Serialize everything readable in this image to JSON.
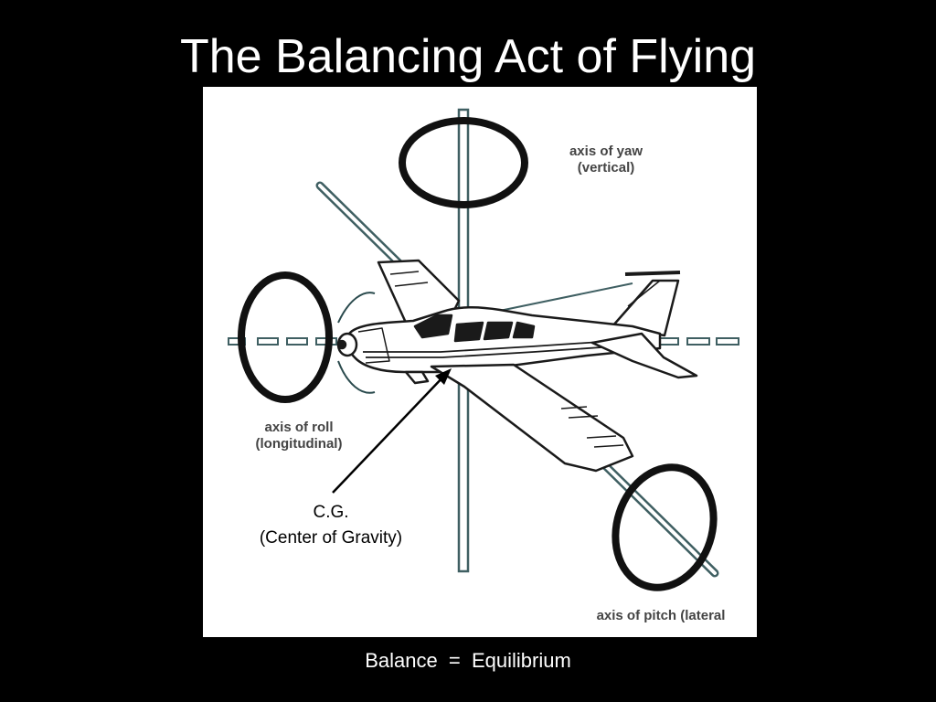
{
  "slide": {
    "title": "The Balancing Act of Flying",
    "caption": "Balance  =  Equilibrium"
  },
  "diagram": {
    "yaw_label_line1": "axis of yaw",
    "yaw_label_line2": "(vertical)",
    "roll_label_line1": "axis of roll",
    "roll_label_line2": "(longitudinal)",
    "pitch_label": "axis of pitch (lateral",
    "cg_label_line1": "C.G.",
    "cg_label_line2": "(Center of Gravity)"
  },
  "colors": {
    "background": "#000000",
    "diagram_background": "#ffffff",
    "title_text": "#ffffff",
    "axis_stroke": "#3f5f62",
    "ring_stroke": "#111111"
  }
}
